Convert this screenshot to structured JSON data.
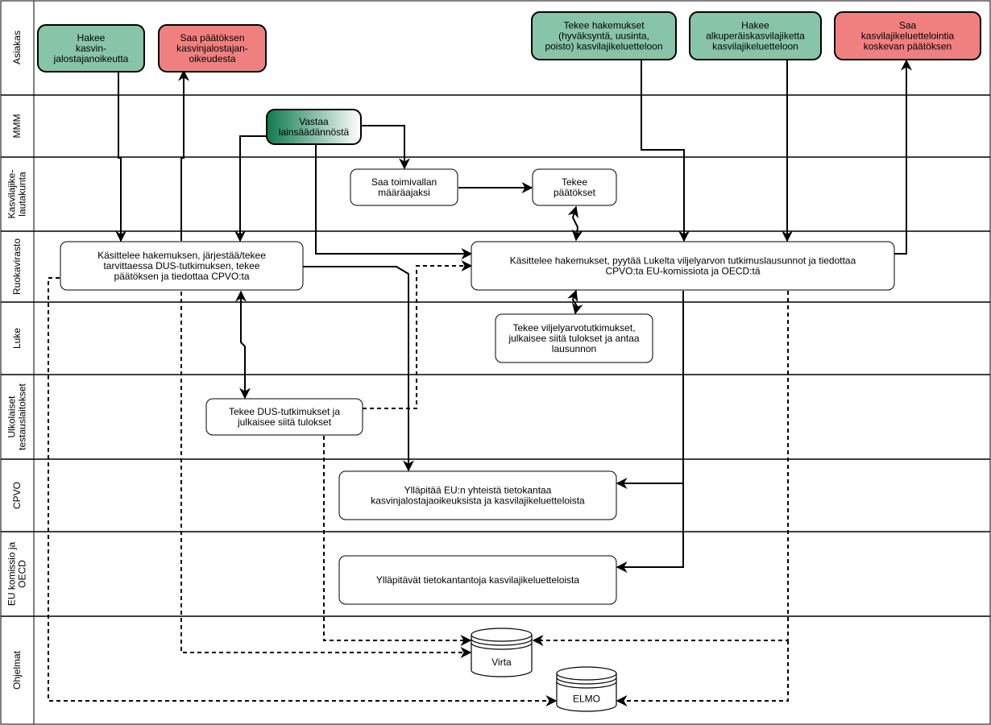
{
  "lanes": [
    {
      "id": "asiakas",
      "label": [
        "Asiakas"
      ]
    },
    {
      "id": "mmm",
      "label": [
        "MMM"
      ]
    },
    {
      "id": "lautakunta",
      "label": [
        "Kasvilajike-",
        "lautakunta"
      ]
    },
    {
      "id": "ruokavirasto",
      "label": [
        "Ruokavirasto"
      ]
    },
    {
      "id": "luke",
      "label": [
        "Luke"
      ]
    },
    {
      "id": "ulkolaiset",
      "label": [
        "Ulkolaiset",
        "testauslaitokset"
      ]
    },
    {
      "id": "cpvo",
      "label": [
        "CPVO"
      ]
    },
    {
      "id": "eu",
      "label": [
        "EU komissio ja",
        "OECD"
      ]
    },
    {
      "id": "ohjelmat",
      "label": [
        "Ohjelmat"
      ]
    }
  ],
  "nodes": {
    "hakee_oikeutta": {
      "lines": [
        "Hakee",
        "kasvin-",
        "jalostajanoikeutta"
      ],
      "style": "green"
    },
    "saa_paatoksen_oikeus": {
      "lines": [
        "Saa päätöksen",
        "kasvinjalostajan-",
        "oikeudesta"
      ],
      "style": "red"
    },
    "tekee_hakemukset": {
      "lines": [
        "Tekee hakemukset",
        "(hyväksyntä, uusinta,",
        "poisto) kasvilajikeluetteloon"
      ],
      "style": "green"
    },
    "hakee_alkuperais": {
      "lines": [
        "Hakee",
        "alkuperäiskasvilajiketta",
        "kasvilajikeluetteloon"
      ],
      "style": "green"
    },
    "saa_kasvilajike": {
      "lines": [
        "Saa",
        "kasvilajikeluettelointia",
        "koskevan päätöksen"
      ],
      "style": "red"
    },
    "vastaa": {
      "lines": [
        "Vastaa",
        "lainsäädännöstä"
      ],
      "style": "darkgreen"
    },
    "saa_toimivallan": {
      "lines": [
        "Saa toimivallan",
        "määräajaksi"
      ],
      "style": "plain"
    },
    "tekee_paatokset": {
      "lines": [
        "Tekee",
        "päätökset"
      ],
      "style": "plain"
    },
    "kasittelee_dus": {
      "lines": [
        "Käsittelee hakemuksen, järjestää/tekee",
        "tarvittaessa DUS-tutkimuksen, tekee",
        "päätöksen ja tiedottaa CPVO:ta"
      ],
      "style": "plain"
    },
    "kasittelee_luke": {
      "lines": [
        "Käsittelee hakemukset, pyytää Lukelta viljelyarvon tutkimuslausunnot ja tiedottaa",
        "CPVO:ta EU-komissiota ja OECD:tä"
      ],
      "style": "plain"
    },
    "tekee_viljely": {
      "lines": [
        "Tekee viljelyarvotutkimukset,",
        "julkaisee siitä tulokset ja antaa",
        "lausunnon"
      ],
      "style": "plain"
    },
    "tekee_dus": {
      "lines": [
        "Tekee DUS-tutkimukset ja",
        "julkaisee siitä tulokset"
      ],
      "style": "plain"
    },
    "cpvo_tietokanta": {
      "lines": [
        "Ylläpitää EU:n yhteistä tietokantaa",
        "kasvinjalostajaoikeuksista ja kasvilajikeluetteloista"
      ],
      "style": "plain"
    },
    "eu_tietokanta": {
      "lines": [
        "Ylläpitävät tietokantantoja kasvilajikeluetteloista"
      ],
      "style": "plain"
    },
    "virta": {
      "lines": [
        "Virta"
      ],
      "style": "db"
    },
    "elmo": {
      "lines": [
        "ELMO"
      ],
      "style": "db"
    }
  },
  "colors": {
    "green_fill": "#88c4a8",
    "red_fill": "#f08080",
    "dark_green": "#0e7a4e",
    "line": "#000000"
  }
}
